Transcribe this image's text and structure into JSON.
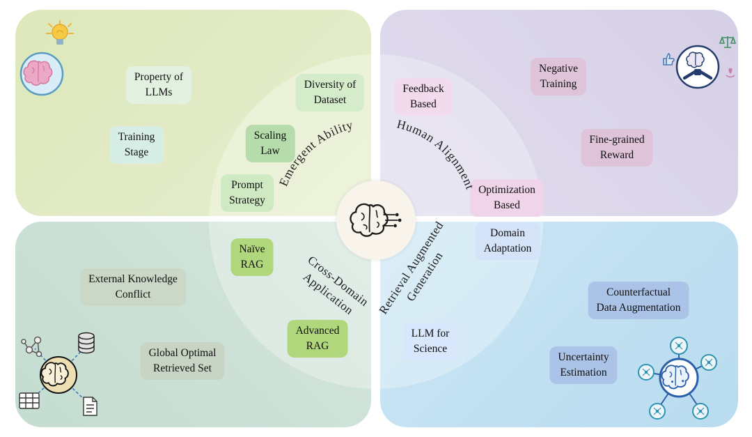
{
  "figure": {
    "center_label": "LLM brain",
    "colors": {
      "quadrant_top_left": "#e0e9c2",
      "quadrant_top_right": "#dcd7ea",
      "quadrant_bottom_left": "#cce1d7",
      "quadrant_bottom_right": "#c2e1f2",
      "center_circle": "#f8f4ec"
    }
  },
  "quadrants": {
    "top_left": {
      "arc_label": "Emergent Ability",
      "items": [
        {
          "label": "Property of\nLLMs"
        },
        {
          "label": "Diversity of\nDataset"
        },
        {
          "label": "Training\nStage"
        },
        {
          "label": "Scaling\nLaw"
        },
        {
          "label": "Prompt\nStrategy"
        }
      ]
    },
    "top_right": {
      "arc_label": "Human Alignment",
      "items": [
        {
          "label": "Feedback\nBased"
        },
        {
          "label": "Negative\nTraining"
        },
        {
          "label": "Fine-grained\nReward"
        },
        {
          "label": "Optimization\nBased"
        }
      ]
    },
    "bottom_left": {
      "arc_label_line1": "Cross-Domain",
      "arc_label_line2": "Application",
      "items": [
        {
          "label": "Naïve\nRAG"
        },
        {
          "label": "External Knowledge\nConflict"
        },
        {
          "label": "Advanced\nRAG"
        },
        {
          "label": "Global Optimal\nRetrieved Set"
        }
      ]
    },
    "bottom_right": {
      "arc_label_line1": "Retrieval Augmented",
      "arc_label_line2": "Generation",
      "items": [
        {
          "label": "Domain\nAdaptation"
        },
        {
          "label": "Counterfactual\nData Augmentation"
        },
        {
          "label": "LLM for\nScience"
        },
        {
          "label": "Uncertainty\nEstimation"
        }
      ]
    }
  }
}
